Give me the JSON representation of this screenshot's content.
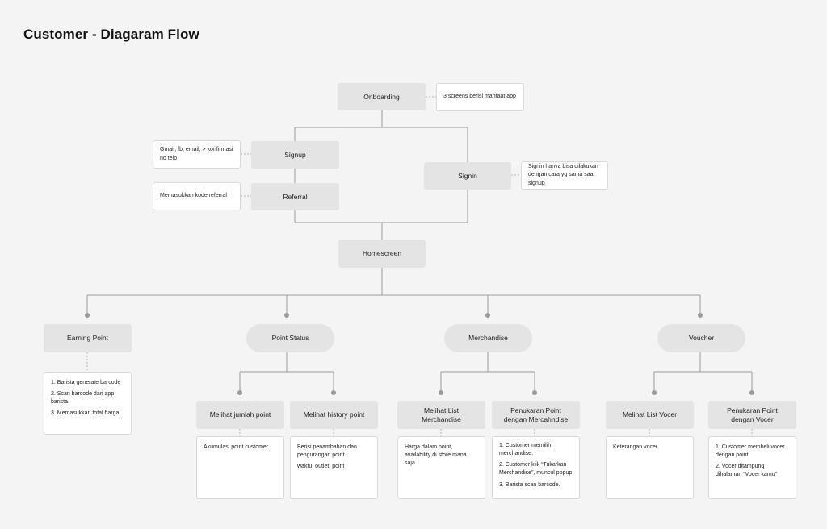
{
  "title": "Customer - Diagaram Flow",
  "nodes": {
    "onboarding": "Onboarding",
    "signup": "Signup",
    "referral": "Referral",
    "signin": "Signin",
    "homescreen": "Homescreen",
    "earning_point": "Earning Point",
    "point_status": "Point Status",
    "merchandise": "Merchandise",
    "voucher": "Voucher",
    "melihat_jumlah_point": "Melihat jumlah point",
    "melihat_history_point": "Melihat history point",
    "melihat_list_merchandise": "Melihat List Merchandise",
    "penukaran_point_merchandise": "Penukaran Point dengan Mercahndise",
    "melihat_list_vocer": "Melihat List Vocer",
    "penukaran_point_vocer": "Penukaran Point dengan Vocer"
  },
  "notes": {
    "onboarding": "3 screens berisi manfaat app",
    "signup": "Gmail, fb, email, > konfirmasi no telp",
    "referral": "Memasukkan kode referral",
    "signin": "Signin hanya bisa dilakukan dengan cara yg sama saat signup",
    "earning_point": [
      "1. Barista generate barcode",
      "2. Scan barcode dari app barista.",
      "3. Memasukkan total harga."
    ],
    "jumlah_point": "Akumulasi point customer",
    "history_point": [
      "Berisi penambahan dan pengurangan point.",
      "waktu, outlet, point"
    ],
    "list_merchandise": "Harga dalam point, availability di store mana saja",
    "penukaran_merchandise": [
      "1. Customer memilih merchandise.",
      "2. Customer klik “Tukarkan Merchandise”, muncul popup",
      "3. Barista scan barcode."
    ],
    "list_vocer": "Keterangan vocer",
    "penukaran_vocer": [
      "1. Customer membeli vocer dengan point.",
      "2. Vocer ditampung dihalaman “Vocer kamu”"
    ]
  }
}
